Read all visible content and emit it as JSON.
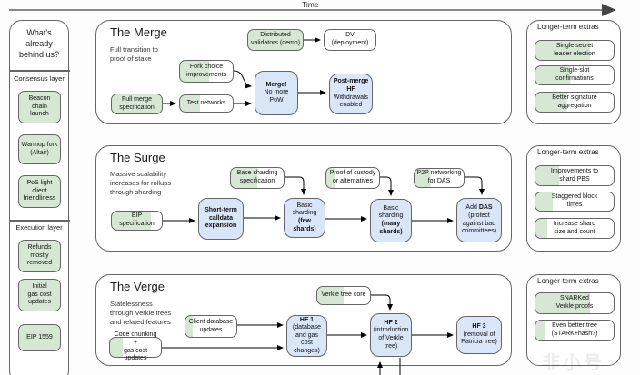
{
  "colors": {
    "green": "#d6e8d4",
    "blue": "#d9e6f8",
    "border_gray": "#666666",
    "arrow_black": "#000000",
    "timeline_gray": "#888888"
  },
  "timeline": {
    "label": "Time"
  },
  "watermark": {
    "text": "非小号"
  },
  "sidebar": {
    "title": "What's\nalready\nbehind us?",
    "groups": [
      {
        "label": "Consensus layer",
        "items": [
          {
            "label": "Beacon\nchain\nlaunch",
            "progress": 100
          },
          {
            "label": "Warmup fork\n(Altair)",
            "progress": 100
          },
          {
            "label": "PoS light\nclient\nfriendliness",
            "progress": 100
          }
        ]
      },
      {
        "label": "Execution layer",
        "items": [
          {
            "label": "Refunds\nmostly\nremoved",
            "progress": 100
          },
          {
            "label": "Initial\ngas cost\nupdates",
            "progress": 100
          },
          {
            "label": "EIP 1559",
            "progress": 100
          }
        ]
      }
    ]
  },
  "merge": {
    "title": "The Merge",
    "subtitle": "Full transition to\nproof of stake",
    "boxes": {
      "distributed_validators": {
        "pre": "Distributed\nvalidators (demo)",
        "progress": 100
      },
      "dv_deployment": {
        "pre": "DV\n(deployment)",
        "progress": 0
      },
      "fork_choice": {
        "pre": "Fork choice\nimprovements",
        "progress": 55
      },
      "full_merge_spec": {
        "pre": "Full merge\nspecification",
        "progress": 100
      },
      "test_networks": {
        "pre": "Test networks",
        "progress": 38
      },
      "merge_hf": {
        "bold": "Merge!",
        "post": "\nNo more\nPoW"
      },
      "post_merge_hf": {
        "bold": "Post-merge\nHF",
        "post": "\nWithdrawals\nenabled"
      }
    },
    "extras": {
      "title": "Longer-term extras",
      "items": [
        {
          "label": "Single secret\nleader election",
          "progress": 70
        },
        {
          "label": "Single-slot\nconfirmations",
          "progress": 45
        },
        {
          "label": "Better signature\naggregation",
          "progress": 40
        }
      ]
    }
  },
  "surge": {
    "title": "The Surge",
    "subtitle": "Massive scalability\nincreases for rollups\nthrough sharding",
    "boxes": {
      "eip_spec": {
        "pre": "EIP\nspecification",
        "progress": 78
      },
      "short_term": {
        "bold": "Short-term\ncalldata\nexpansion"
      },
      "base_sharding_spec": {
        "pre": "Base sharding\nspecification",
        "progress": 50
      },
      "basic_few": {
        "pre": "Basic\nsharding\n",
        "bold": "(few shards)"
      },
      "proof_custody": {
        "pre": "Proof of custody\nor alternatives",
        "progress": 16
      },
      "basic_many": {
        "pre": "Basic\nsharding\n",
        "bold": "(many\nshards)"
      },
      "p2p_das": {
        "pre": "P2P networking\nfor DAS",
        "progress": 32
      },
      "add_das": {
        "pre": "Add ",
        "bold": "DAS",
        "post": "\n(protect\nagainst bad\ncommittees)"
      }
    },
    "extras": {
      "title": "Longer-term extras",
      "items": [
        {
          "label": "Improvements to\nshard PBS",
          "progress": 30
        },
        {
          "label": "Staggered block\ntimes",
          "progress": 22
        },
        {
          "label": "Increase shard\nsize and count",
          "progress": 15
        }
      ]
    }
  },
  "verge": {
    "title": "The Verge",
    "subtitle": "Statelessness\nthrough Verkle trees\nand related features",
    "boxes": {
      "verkle_core": {
        "pre": "Verkle tree core",
        "progress": 50
      },
      "client_db": {
        "pre": "Client database\nupdates",
        "progress": 14
      },
      "code_chunking": {
        "pre": "Code chunking +\ngas cost updates",
        "progress": 25
      },
      "hf1": {
        "bold": "HF 1",
        "post": "\n(database\nand gas cost\nchanges)"
      },
      "hf2": {
        "bold": "HF 2",
        "post": "\n(introduction\nof Verkle\ntree)"
      },
      "hf3": {
        "bold": "HF 3",
        "post": "\n(removal of\nPatricia tree)"
      }
    },
    "extras": {
      "title": "Longer-term extras",
      "items": [
        {
          "label": "SNARKed\nVerkle proofs",
          "progress": 70
        },
        {
          "label": "Even better tree\n(STARK+hash?)",
          "progress": 12
        }
      ]
    }
  }
}
